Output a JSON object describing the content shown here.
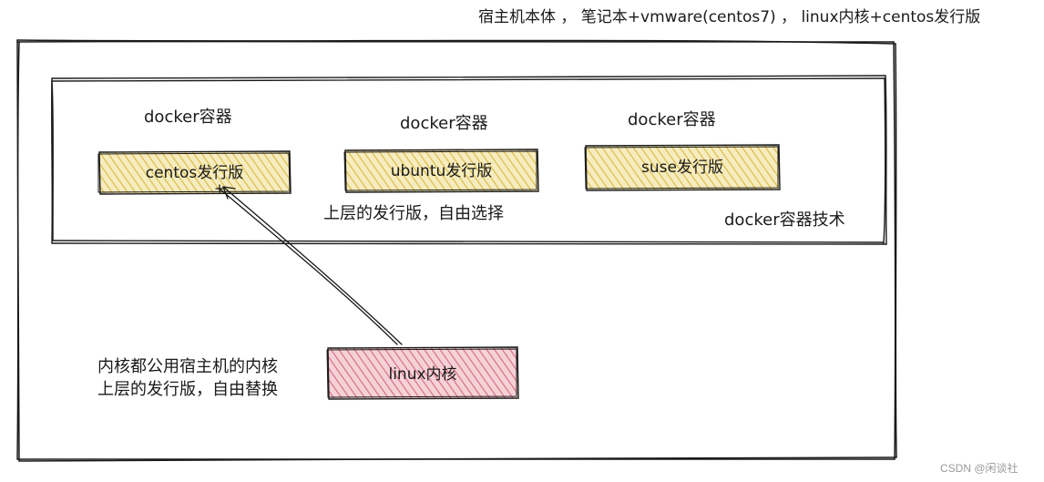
{
  "header_note": "宿主机本体 ， 笔记本+vmware(centos7) ， linux内核+centos发行版",
  "containers": [
    {
      "title": "docker容器",
      "distro": "centos发行版"
    },
    {
      "title": "docker容器",
      "distro": "ubuntu发行版"
    },
    {
      "title": "docker容器",
      "distro": "suse发行版"
    }
  ],
  "upper_layer_note": "上层的发行版，自由选择",
  "docker_tech_label": "docker容器技术",
  "kernel_note_line1": "内核都公用宿主机的内核",
  "kernel_note_line2": "上层的发行版，自由替换",
  "kernel_label": "linux内核",
  "colors": {
    "distro_fill": "#ecd77a",
    "kernel_fill": "#e59aa6",
    "stroke": "#1a1a1a"
  },
  "watermark": "CSDN @闲谈社"
}
